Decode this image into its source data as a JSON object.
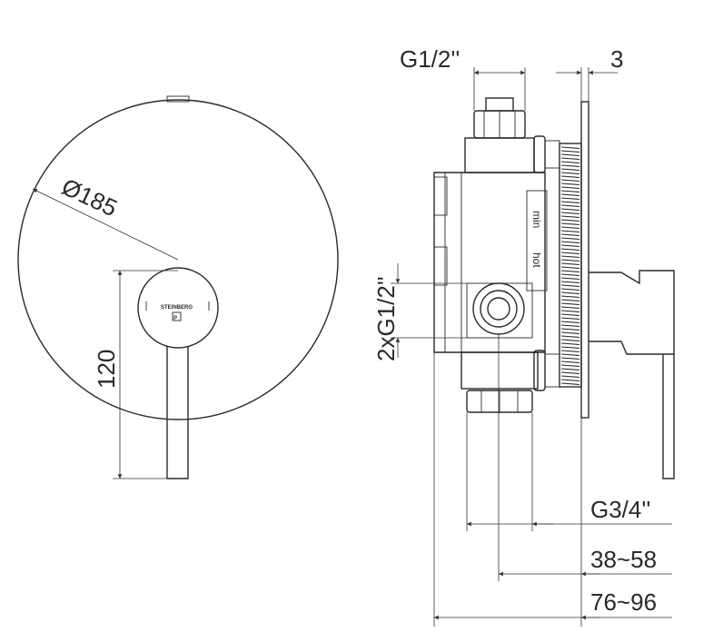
{
  "front_view": {
    "diameter_label": "Ø185",
    "height_label": "120",
    "brand_text": "STEINBERG"
  },
  "side_view": {
    "inlet_top_label": "G1/2''",
    "plate_thickness_label": "3",
    "inlets_label": "2xG1/2''",
    "outlet_label": "G3/4''",
    "depth_min_label": "38~58",
    "depth_max_label": "76~96",
    "body_text_min": "min",
    "body_text_hot": "hot"
  }
}
